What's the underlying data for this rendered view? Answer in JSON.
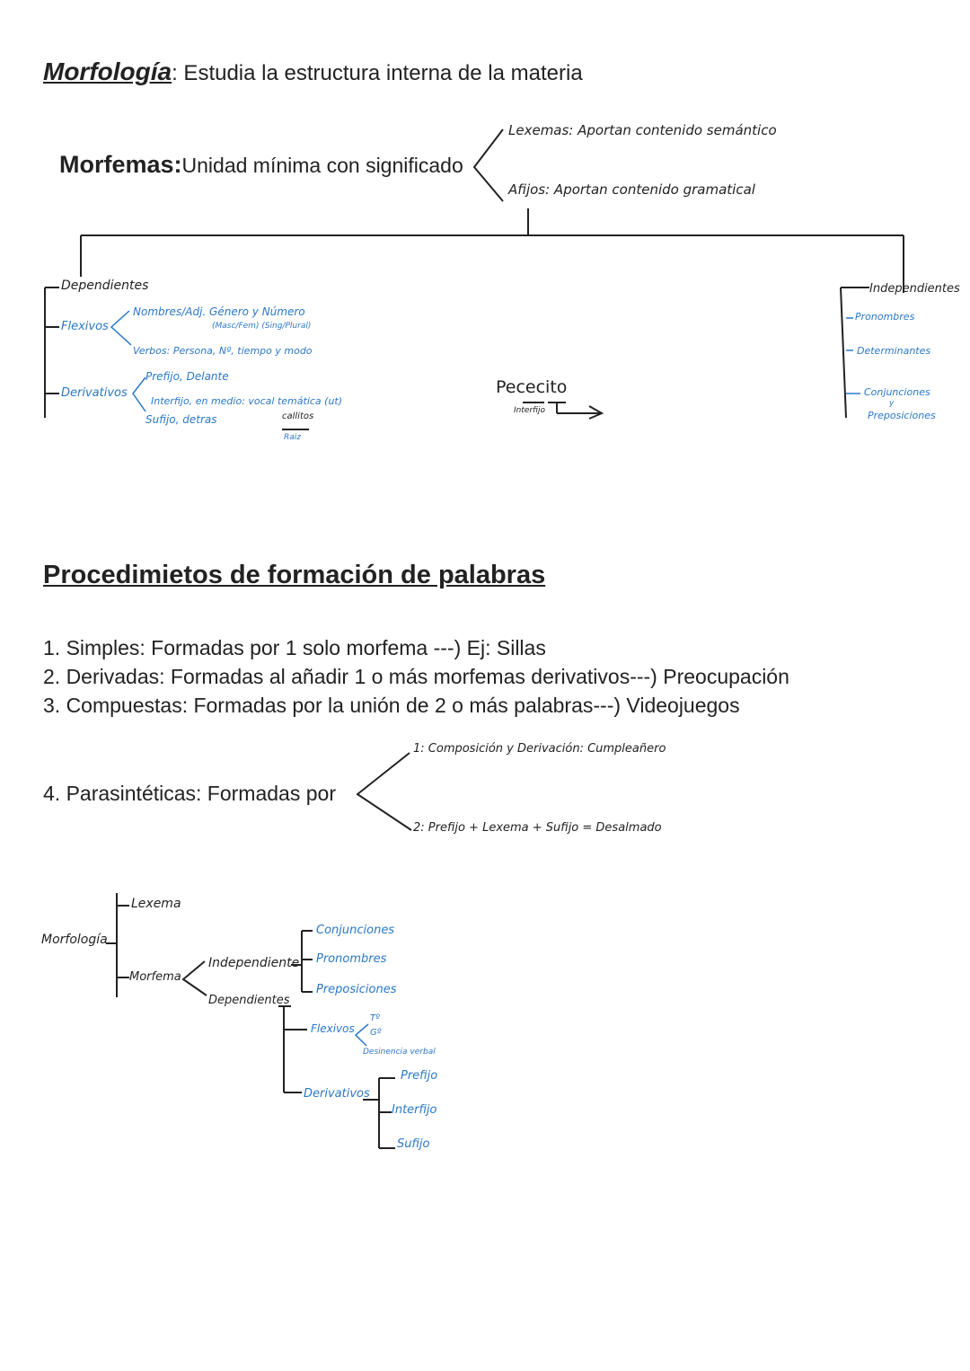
{
  "title": {
    "heading": "Morfología",
    "rest": ": Estudia la estructura interna de la materia"
  },
  "morfemas": {
    "label": "Morfemas:",
    "definition": "Unidad mínima con significado",
    "lexemas": "Lexemas: Aportan contenido semántico",
    "afijos": "Afijos: Aportan contenido gramatical"
  },
  "dependientes": {
    "label": "Dependientes",
    "flexivos": "Flexivos",
    "flex_nombres": "Nombres/Adj. Género y Número",
    "flex_nombres_sub": "(Masc/Fem)   (Sing/Plural)",
    "flex_verbos": "Verbos: Persona, Nº, tiempo y modo",
    "derivativos": "Derivativos",
    "prefijo": "Prefijo, Delante",
    "interfijo": "Interfijo, en medio: vocal temática (ut)",
    "sufijo": "Sufijo, detras",
    "callitos": "callitos",
    "raiz": "Raiz"
  },
  "pececito": {
    "word": "Pececito",
    "interfijo": "Interfijo"
  },
  "independientes": {
    "label": "Independientes",
    "items": [
      "Pronombres",
      "Determinantes",
      "Conjunciones",
      "y",
      "Preposiciones"
    ]
  },
  "section2": {
    "heading": "Procedimietos de formación de palabras",
    "items": [
      "1. Simples: Formadas por 1 solo morfema ---) Ej: Sillas",
      "2. Derivadas: Formadas al añadir 1 o más morfemas derivativos---) Preocupación",
      "3. Compuestas: Formadas por la unión de 2 o más palabras---) Videojuegos",
      "4. Parasintéticas: Formadas por"
    ],
    "para_1": "1: Composición y Derivación: Cumpleañero",
    "para_2": "2: Prefijo + Lexema + Sufijo = Desalmado"
  },
  "tree": {
    "root": "Morfología",
    "lexema": "Lexema",
    "morfema": "Morfema",
    "independiente": "Independiente",
    "ind_items": [
      "Conjunciones",
      "Pronombres",
      "Preposiciones"
    ],
    "dependientes": "Dependientes",
    "flexivos": "Flexivos",
    "flex_items": [
      "Tº",
      "Gº",
      "Desinencia verbal"
    ],
    "derivativos": "Derivativos",
    "der_items": [
      "Prefijo",
      "Interfijo",
      "Sufijo"
    ]
  }
}
